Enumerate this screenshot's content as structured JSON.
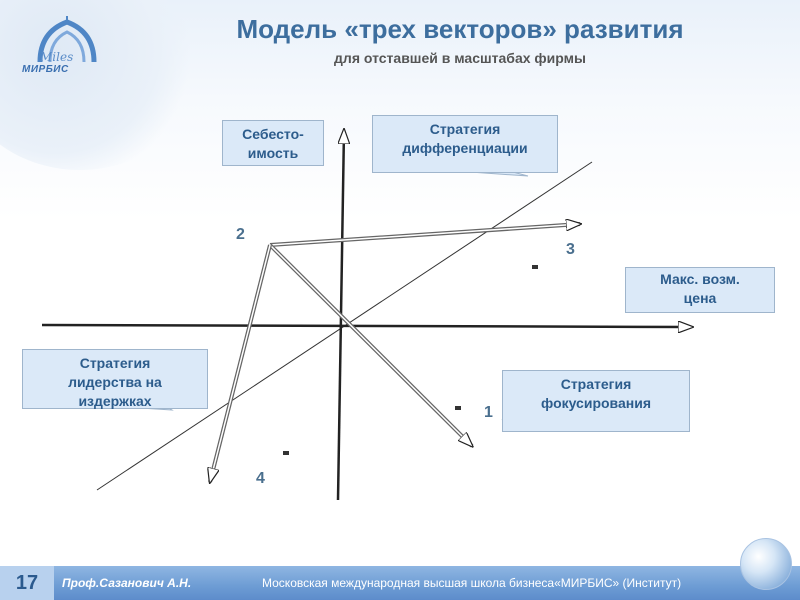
{
  "header": {
    "title": "Модель «трех векторов» развития",
    "subtitle": "для отставшей в масштабах фирмы"
  },
  "logo": {
    "brand": "МИРБИС",
    "script": "Miles"
  },
  "diagram": {
    "labels": {
      "cost_axis": "Себесто-\nимость",
      "price_axis": "Макс.  возм.\nцена",
      "differentiation": "Стратегия\nдифференциации",
      "cost_leadership": "Стратегия\nлидерства на\nиздержках",
      "focus": "Стратегия\nфокусирования"
    },
    "points": {
      "p1": "1",
      "p2": "2",
      "p3": "3",
      "p4": "4"
    }
  },
  "footer": {
    "page_number": "17",
    "author": "Проф.Сазанович А.Н.",
    "organization": "Московская международная высшая школа бизнеса«МИРБИС» (Институт)"
  },
  "colors": {
    "title": "#3d6e9e",
    "box_fill": "#dbe9f8",
    "footer": "#6d9cd4"
  }
}
